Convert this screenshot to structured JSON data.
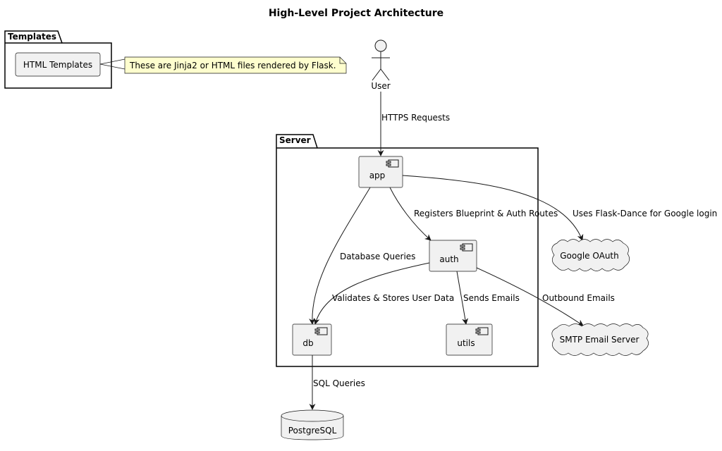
{
  "title": "High-Level Project Architecture",
  "packages": {
    "templates": "Templates",
    "server": "Server"
  },
  "nodes": {
    "html_templates": "HTML Templates",
    "user": "User",
    "app": "app",
    "auth": "auth",
    "db": "db",
    "utils": "utils",
    "google_oauth": "Google OAuth",
    "smtp": "SMTP Email Server",
    "postgres": "PostgreSQL"
  },
  "note": "These are Jinja2 or HTML files rendered by Flask.",
  "edges": {
    "user_app": "HTTPS Requests",
    "app_auth": "Registers Blueprint & Auth Routes",
    "app_google": "Uses Flask-Dance for Google login",
    "app_db": "Database Queries",
    "auth_db": "Validates & Stores User Data",
    "auth_utils": "Sends Emails",
    "auth_smtp": "Outbound Emails",
    "db_postgres": "SQL Queries"
  },
  "colors": {
    "node_fill": "#f1f1f1",
    "note_fill": "#fefece",
    "line": "#181818"
  }
}
